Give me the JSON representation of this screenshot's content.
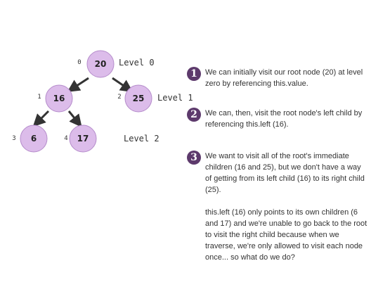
{
  "tree": {
    "nodes": [
      {
        "value": "20",
        "index": "0"
      },
      {
        "value": "16",
        "index": "1"
      },
      {
        "value": "25",
        "index": "2"
      },
      {
        "value": "6",
        "index": "3"
      },
      {
        "value": "17",
        "index": "4"
      }
    ],
    "levels": [
      "Level 0",
      "Level 1",
      "Level 2"
    ]
  },
  "steps": [
    {
      "number": "1",
      "text": "We can initially visit our root node (20) at level zero by referencing this.value."
    },
    {
      "number": "2",
      "text": "We can, then, visit the root node's left child by referencing this.left (16)."
    },
    {
      "number": "3",
      "text": "We want to visit all of the root's immediate children (16 and 25), but we don't have a way of getting from its left child (16) to its right child (25).\n\nthis.left (16) only points to its own children (6 and 17) and we're unable to go back to the root to visit the right child because when we traverse, we're only allowed to visit each node once... so what do we do?"
    }
  ],
  "colors": {
    "node_fill": "#dcbcea",
    "badge": "#5d3a6c"
  }
}
